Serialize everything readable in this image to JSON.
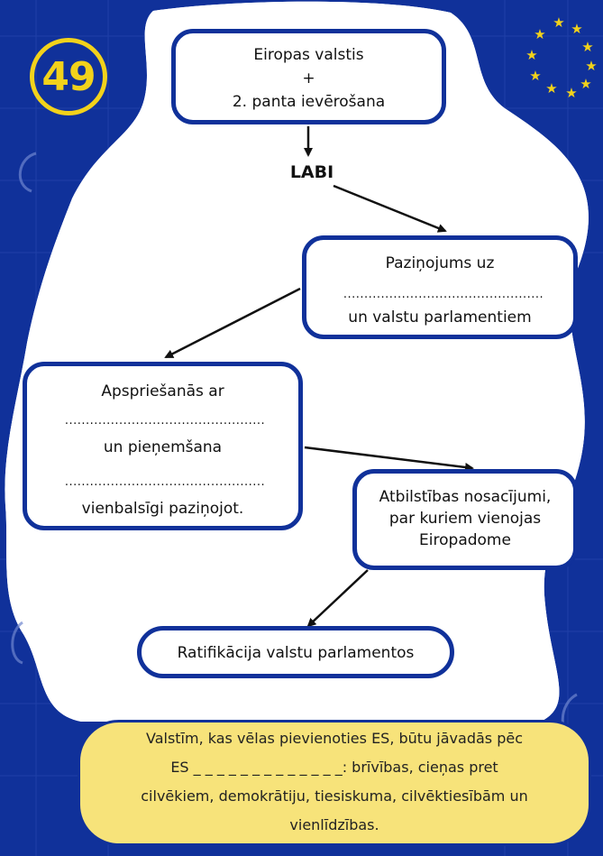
{
  "badge": {
    "number": "49"
  },
  "flow": {
    "box1": {
      "line1": "Eiropas valstis",
      "line2": "+",
      "line3": "2. panta ievērošana"
    },
    "labi": "LABI",
    "box2": {
      "line1": "Paziņojums uz",
      "blank": "................................................",
      "line3": "un valstu parlamentiem"
    },
    "box3": {
      "line1": "Apspriešanās ar",
      "blank1": "................................................",
      "line2": "un pieņemšana",
      "blank2": "................................................",
      "line3": "vienbalsīgi paziņojot."
    },
    "box4": {
      "line1": "Atbilstības nosacījumi,",
      "line2": "par kuriem vienojas",
      "line3": "Eiropadome"
    },
    "box5": {
      "line1": "Ratifikācija valstu parlamentos"
    }
  },
  "bottom": {
    "line1": "Valstīm, kas vēlas pievienoties ES, būtu jāvadās pēc",
    "line2": "ES _ _ _ _ _ _ _ _ _ _ _ _ _: brīvības, cieņas pret",
    "line3": "cilvēkiem, demokrātiju, tiesiskuma, cilvēktiesībām un",
    "line4": "vienlīdzības."
  },
  "colors": {
    "blue": "#10319a",
    "yellow": "#f2d21b",
    "note_bg": "#f7e37a"
  },
  "icons": [
    "eu-stars-icon",
    "euro-sign-icon"
  ]
}
